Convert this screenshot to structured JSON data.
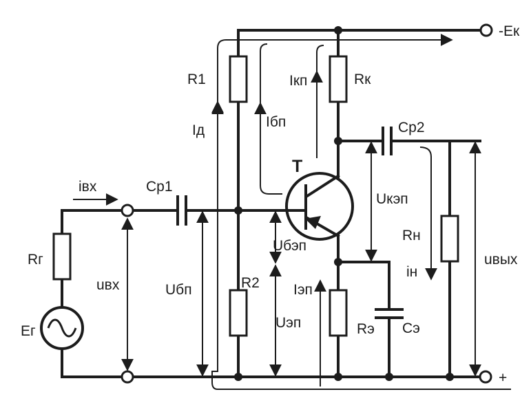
{
  "diagram": {
    "labels": {
      "supply_neg": "-Ек",
      "supply_pos": "+",
      "transistor": "T",
      "r1": "R1",
      "r2": "R2",
      "rk": "Rк",
      "re": "Rэ",
      "rn": "Rн",
      "rg": "Rг",
      "eg": "Eг",
      "cp1": "Cр1",
      "cp2": "Cр2",
      "ce": "Cэ",
      "i_div": "Iд",
      "i_base": "Iбп",
      "i_coll": "Iкп",
      "i_emit": "Iэп",
      "i_in": "iвх",
      "i_load": "iн",
      "u_in": "uвх",
      "u_out": "uвых",
      "u_base": "Uбп",
      "u_be": "Uбэп",
      "u_emit": "Uэп",
      "u_ce": "Uкэп"
    }
  }
}
